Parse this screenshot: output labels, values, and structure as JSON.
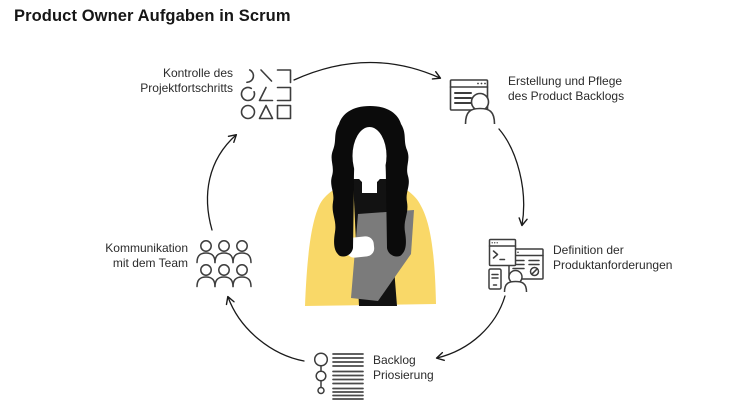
{
  "title": "Product Owner Aufgaben in Scrum",
  "colors": {
    "background": "#ffffff",
    "accent_yellow": "#F9D868",
    "folder_gray": "#7B7B7B",
    "icon_stroke": "#3D3D3D",
    "arrow": "#1A1A1A",
    "title_text": "#161616",
    "label_text": "#2B2B2B"
  },
  "diagram": {
    "type": "circular-cycle",
    "center_figure": "product-owner-illustration",
    "steps": [
      {
        "id": "kontrolle",
        "icon": "shapes-progress-icon",
        "label_lines": [
          "Kontrolle des",
          "Projektfortschritts"
        ]
      },
      {
        "id": "erstellung",
        "icon": "window-user-icon",
        "label_lines": [
          "Erstellung und Pflege",
          "des Product Backlogs"
        ]
      },
      {
        "id": "definition",
        "icon": "requirements-devices-icon",
        "label_lines": [
          "Definition der",
          "Produktanforderungen"
        ]
      },
      {
        "id": "backlog",
        "icon": "priority-list-icon",
        "label_lines": [
          "Backlog",
          "Priosierung"
        ]
      },
      {
        "id": "kommunikation",
        "icon": "team-icon",
        "label_lines": [
          "Kommunikation",
          "mit dem Team"
        ]
      }
    ]
  }
}
